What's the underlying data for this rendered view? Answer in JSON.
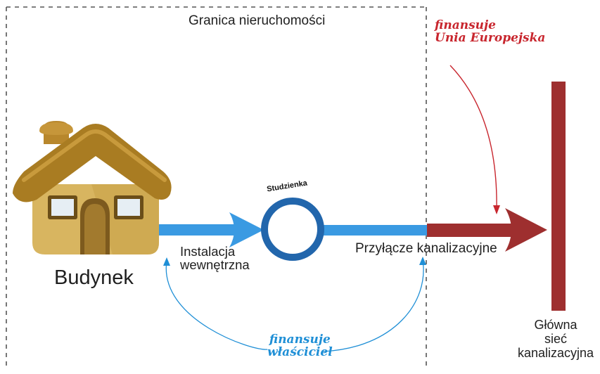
{
  "diagram": {
    "boundary_label": "Granica nieruchomości",
    "building_label": "Budynek",
    "internal_installation_label": "Instalacja\nwewnętrzna",
    "internal_installation_lines": [
      "Instalacja",
      "wewnętrzna"
    ],
    "well_label": "Studzienka",
    "connection_label": "Przyłącze kanalizacyjne",
    "main_network_lines": [
      "Główna",
      "sieć",
      "kanalizacyjna"
    ],
    "eu_funding_lines": [
      "finansuje",
      "Unia Europejska"
    ],
    "owner_funding_lines": [
      "finansuje",
      "właściciel"
    ]
  },
  "colors": {
    "blue_pipe": "#3a9ae2",
    "well_ring": "#2266ac",
    "red_pipe": "#9e2f2f",
    "eu_text": "#c8262e",
    "owner_text": "#1f8fd6",
    "boundary_line": "#555555",
    "house_roof": "#a97c22",
    "house_wall": "#d8b560"
  },
  "icons": [
    "house-icon"
  ]
}
